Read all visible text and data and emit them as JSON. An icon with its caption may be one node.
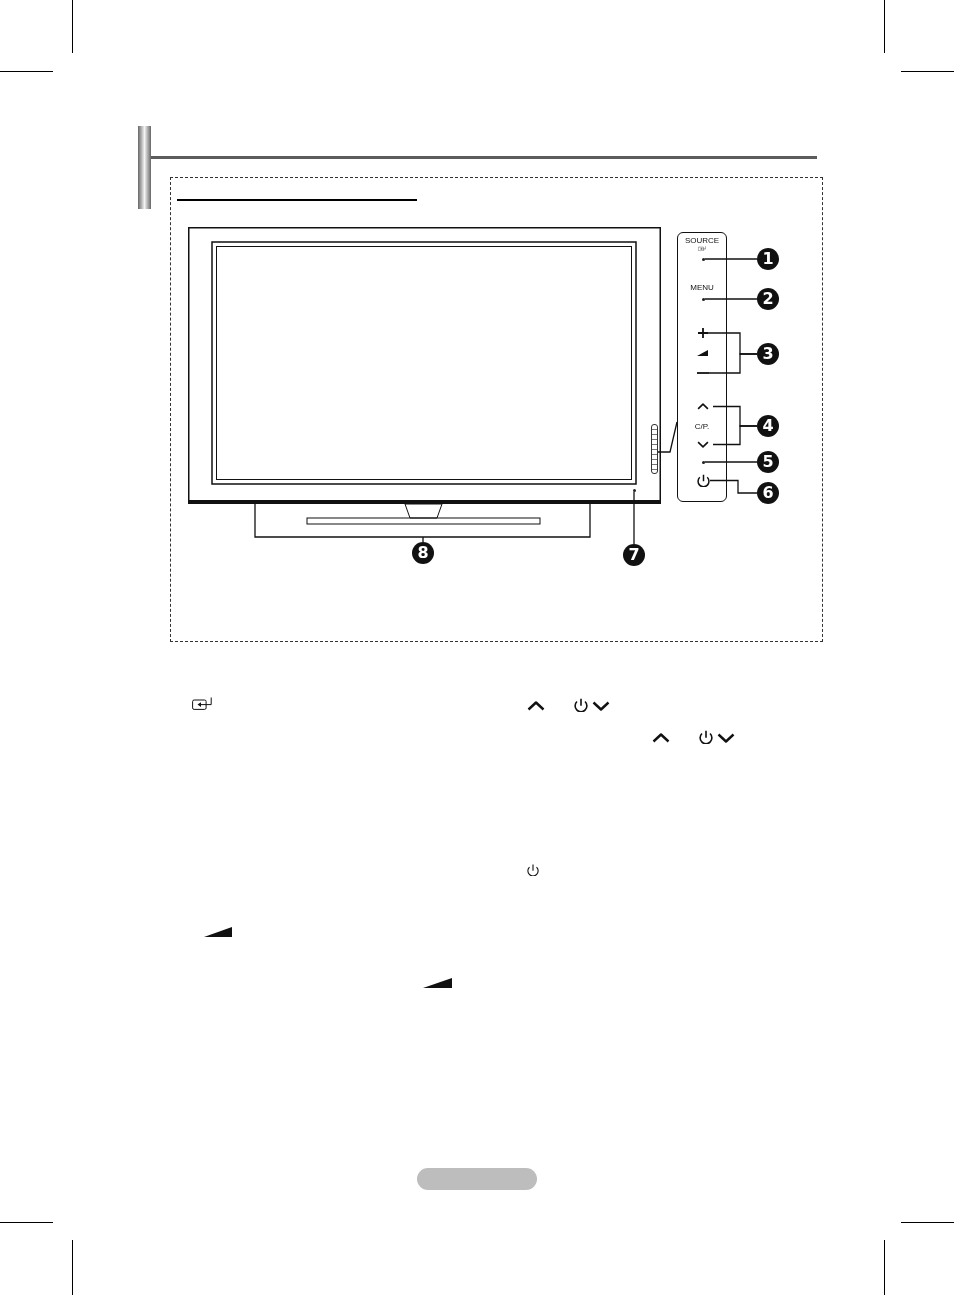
{
  "diagram": {
    "nodes": [
      {
        "text": [],
        "shape": "picture"
      },
      {
        "text": [],
        "shape": "bar",
        "in": 0
      },
      {
        "text": [],
        "shape": "circle",
        "in": 0
      },
      {
        "text": [],
        "shape": "bar",
        "in": 0
      },
      {
        "text": [
          "SOURCE",
          "MENU",
          "C/P."
        ]
      },
      {
        "text": [],
        "shape": "circle",
        "in": 4
      },
      {
        "text": [],
        "shape": "circle",
        "in": 4
      },
      {
        "text": [],
        "shape": "plus",
        "in": 4
      },
      {
        "text": [],
        "shape": "minus",
        "in": 4
      },
      {
        "text": [],
        "shape": "caret",
        "in": 4
      },
      {
        "text": [],
        "shape": "caret",
        "in": 4
      },
      {
        "text": [],
        "shape": "circle",
        "in": 4
      },
      {
        "text": [],
        "shape": "picture",
        "in": 4
      },
      {
        "text": [
          "1"
        ]
      },
      {
        "text": [
          "2"
        ]
      },
      {
        "text": [
          "3"
        ]
      },
      {
        "text": [
          "4"
        ]
      },
      {
        "text": [
          "5"
        ]
      },
      {
        "text": [
          "6"
        ]
      },
      {
        "text": [
          "7"
        ]
      },
      {
        "text": [
          "8"
        ]
      }
    ],
    "edges": [
      {
        "from": 13,
        "to": 5,
        "arrow": "none"
      },
      {
        "from": 14,
        "to": 6,
        "arrow": "none"
      },
      {
        "from": 15,
        "to": 7,
        "arrow": "none"
      },
      {
        "from": 15,
        "to": 8,
        "arrow": "none"
      },
      {
        "from": 16,
        "to": 9,
        "arrow": "none"
      },
      {
        "from": 16,
        "to": 10,
        "arrow": "none"
      },
      {
        "from": 17,
        "to": 11,
        "arrow": "none"
      },
      {
        "from": 18,
        "to": 12,
        "arrow": "none"
      },
      {
        "from": 19,
        "to": 2,
        "arrow": "none"
      },
      {
        "from": 20,
        "to": 3,
        "arrow": "none"
      },
      {
        "from": 1,
        "to": 4,
        "arrow": "none"
      }
    ]
  }
}
